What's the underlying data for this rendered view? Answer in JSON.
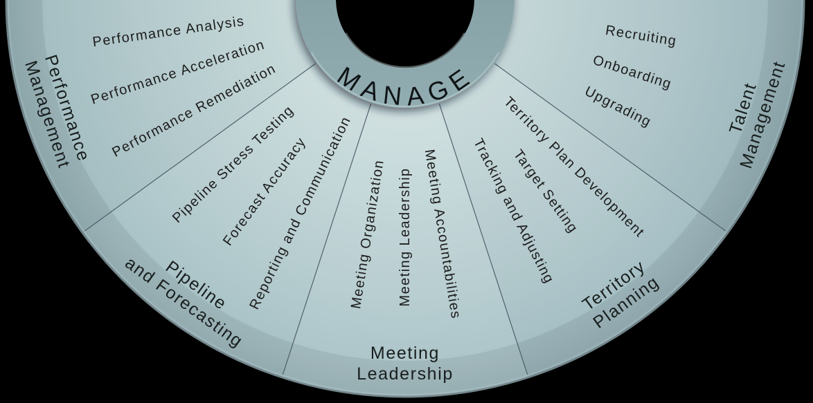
{
  "diagram": {
    "title": "MANAGE",
    "background_color": "#000000",
    "wheel_color": "#bcd2d4",
    "hub_color": "#8aa5a9",
    "divider_color": "#3e4d5a",
    "text_color": "#1c1c1c",
    "segments": [
      {
        "label_lines": [
          "Performance",
          "Management"
        ],
        "items": [
          "Performance Analysis",
          "Performance Acceleration",
          "Performance Remediation"
        ]
      },
      {
        "label_lines": [
          "Pipeline",
          "and Forecasting"
        ],
        "items": [
          "Pipeline Stress Testing",
          "Forecast Accuracy",
          "Reporting and Communication"
        ]
      },
      {
        "label_lines": [
          "Meeting",
          "Leadership"
        ],
        "items": [
          "Meeting Organization",
          "Meeting Leadership",
          "Meeting Accountabilities"
        ]
      },
      {
        "label_lines": [
          "Territory",
          "Planning"
        ],
        "items": [
          "Territory Plan Development",
          "Target Setting",
          "Tracking and Adjusting"
        ]
      },
      {
        "label_lines": [
          "Talent",
          "Management"
        ],
        "items": [
          "Recruiting",
          "Onboarding",
          "Upgrading"
        ]
      }
    ]
  }
}
